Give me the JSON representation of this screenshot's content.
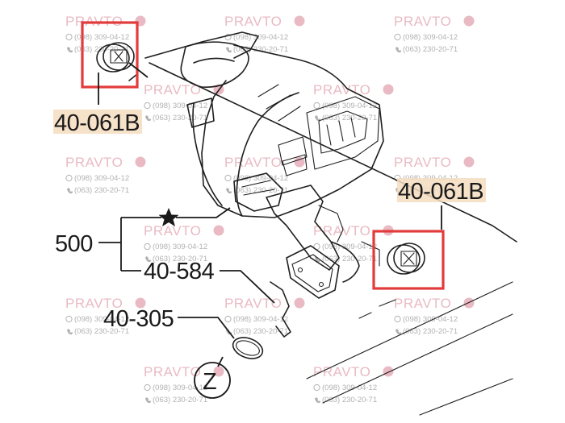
{
  "labels": {
    "bushing_top": "40-061B",
    "bushing_right": "40-061B",
    "assembly": "500",
    "hanger": "40-584",
    "gasket": "40-305",
    "detail_z": "Z"
  },
  "watermark": {
    "brand": "PRAVTO",
    "phone1": "(098) 309-04-12",
    "phone2": "(063) 230-20-71",
    "brand_color": "#e7b3bd"
  },
  "colors": {
    "highlight_box": "#e23b3b",
    "label_highlight": "#f5dcc0"
  },
  "icons": {
    "star": "star-icon",
    "viber": "viber-icon",
    "phone": "phone-icon"
  }
}
